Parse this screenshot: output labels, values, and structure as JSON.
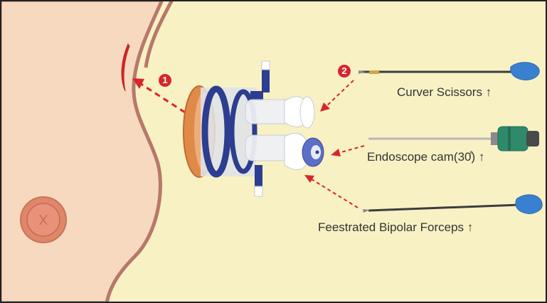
{
  "badges": {
    "step_1": "1",
    "step_2": "2"
  },
  "labels": {
    "scissors": "Curver Scissors ↑",
    "endoscope": "Endoscope cam(30̊) ↑",
    "forceps": "Feestrated Bipolar Forceps ↑"
  },
  "colors": {
    "background": "#f8f1c4",
    "skin": "#f6d9bf",
    "skin_outline": "#b7786a",
    "arrow": "#d7262c",
    "port_blue": "#2d3d8f",
    "port_orange": "#e08a4a",
    "instrument_handle": "#3a80d0",
    "camera_body": "#2f8a6b"
  }
}
